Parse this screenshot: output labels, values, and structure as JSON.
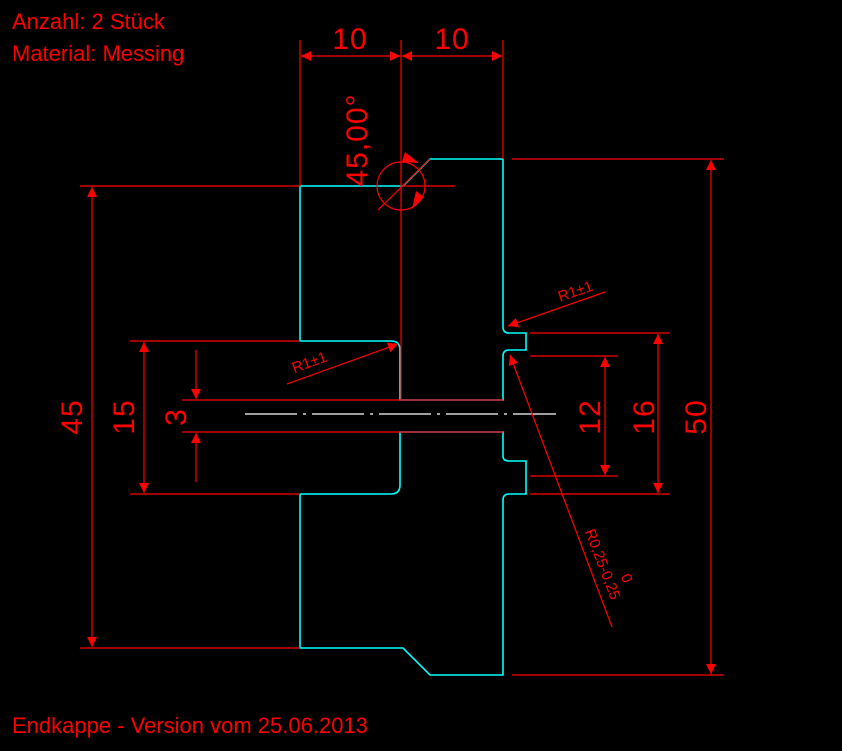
{
  "colors": {
    "background": "#000000",
    "dimension": "#ff0000",
    "outline": "#00ffff",
    "centerline": "#ffffff"
  },
  "notes": {
    "quantity": "Anzahl: 2 Stück",
    "material": "Material: Messing",
    "footer": "Endkappe - Version vom 25.06.2013"
  },
  "dimensions": {
    "top_left": "10",
    "top_right": "10",
    "angle": "45,00°",
    "overall_height_left": "45",
    "bore_15": "15",
    "bore_3": "3",
    "right_12": "12",
    "right_16": "16",
    "overall_height_right": "50",
    "radius_upper_right": "R1±1",
    "radius_left": "R1±1",
    "radius_groove_main": "R0,25-0,25",
    "radius_groove_sup": "0"
  }
}
